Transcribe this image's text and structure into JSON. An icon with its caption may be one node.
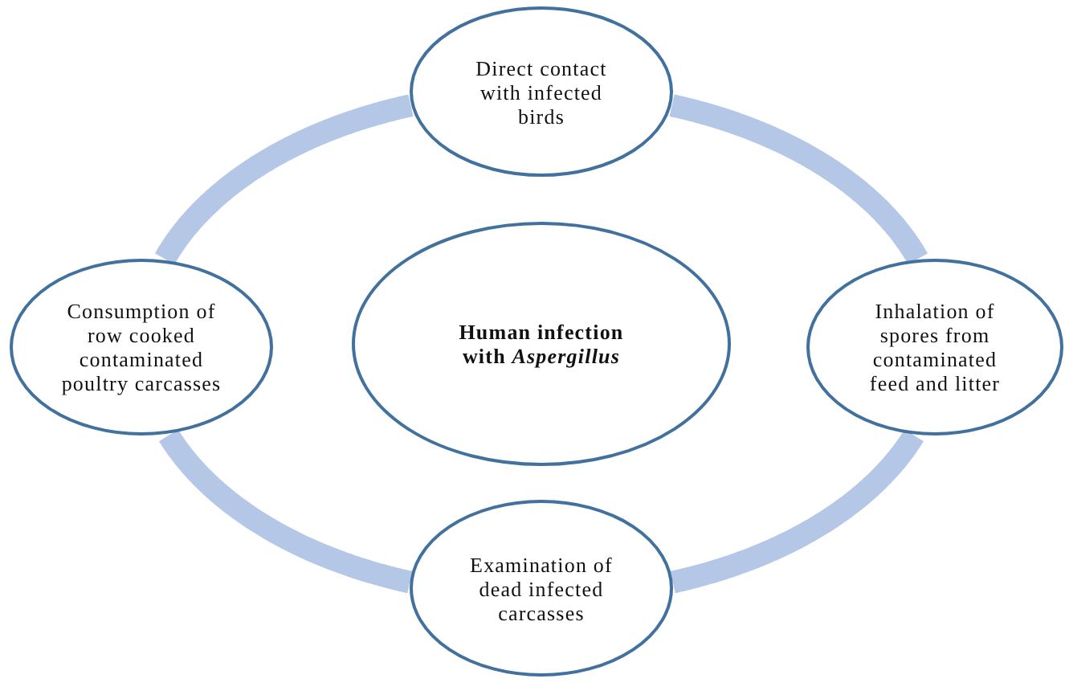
{
  "diagram": {
    "nodes": [
      {
        "text": [
          "Direct contact with infected birds"
        ]
      },
      {
        "text": [
          "Consumption of row cooked contaminated poultry carcasses"
        ]
      },
      {
        "text": [
          "Human infection with *Aspergillus*"
        ]
      },
      {
        "text": [
          "Inhalation of spores from contaminated feed and litter"
        ]
      },
      {
        "text": [
          "Examination of dead infected carcasses"
        ]
      }
    ],
    "edges": [
      {
        "from": 0,
        "to": 3,
        "arrow": "none"
      },
      {
        "from": 3,
        "to": 4,
        "arrow": "none"
      },
      {
        "from": 4,
        "to": 1,
        "arrow": "none"
      },
      {
        "from": 1,
        "to": 0,
        "arrow": "none"
      }
    ]
  }
}
